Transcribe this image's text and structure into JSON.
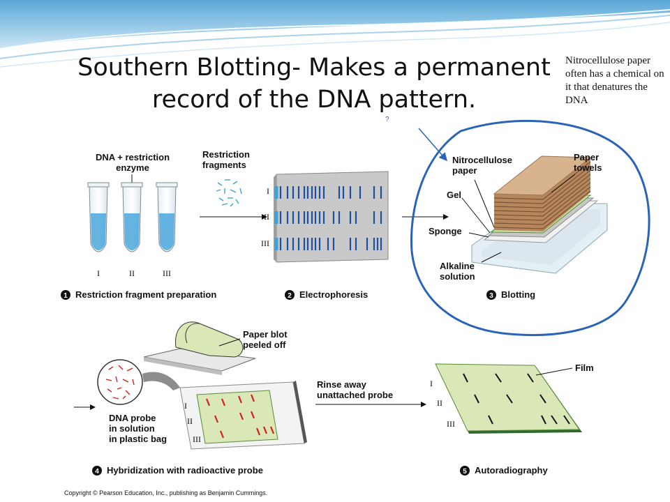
{
  "slide": {
    "title_line1": "Southern Blotting- Makes a permanent",
    "title_line2": "record of the DNA pattern.",
    "side_note": "Nitrocellulose paper often has a chemical on it that denatures the DNA",
    "copyright": "Copyright © Pearson Education, Inc., publishing as Benjamin Cummings."
  },
  "diagram": {
    "step1": {
      "number": "1",
      "caption": "Restriction fragment preparation",
      "label_dna_line1": "DNA + restriction",
      "label_dna_line2": "enzyme",
      "label_fragments_line1": "Restriction",
      "label_fragments_line2": "fragments",
      "tubes": [
        "I",
        "II",
        "III"
      ]
    },
    "step2": {
      "number": "2",
      "caption": "Electrophoresis",
      "lanes": [
        "I",
        "II",
        "III"
      ]
    },
    "step3": {
      "number": "3",
      "caption": "Blotting",
      "label_nitro_line1": "Nitrocellulose",
      "label_nitro_line2": "paper",
      "label_towels_line1": "Paper",
      "label_towels_line2": "towels",
      "label_gel": "Gel",
      "label_sponge": "Sponge",
      "label_alkaline_line1": "Alkaline",
      "label_alkaline_line2": "solution"
    },
    "step4": {
      "number": "4",
      "caption": "Hybridization with radioactive probe",
      "label_blot_line1": "Paper blot",
      "label_blot_line2": "peeled off",
      "label_probe_line1": "DNA probe",
      "label_probe_line2": "in solution",
      "label_probe_line3": "in plastic bag",
      "lanes": [
        "I",
        "II",
        "III"
      ]
    },
    "arrow_label_line1": "Rinse away",
    "arrow_label_line2": "unattached probe",
    "step5": {
      "number": "5",
      "caption": "Autoradiography",
      "label_film": "Film",
      "lanes": [
        "I",
        "II",
        "III"
      ]
    },
    "handwritten_mark": "?"
  },
  "colors": {
    "header_blue": "#5aa8d8",
    "ink_blue": "#2a63b8",
    "gel_gray": "#c9c9c9",
    "band_blue": "#1f4fa0",
    "probe_red": "#d11f1f",
    "blot_green": "#d9e8b6",
    "towel_tan": "#d8b48e"
  }
}
